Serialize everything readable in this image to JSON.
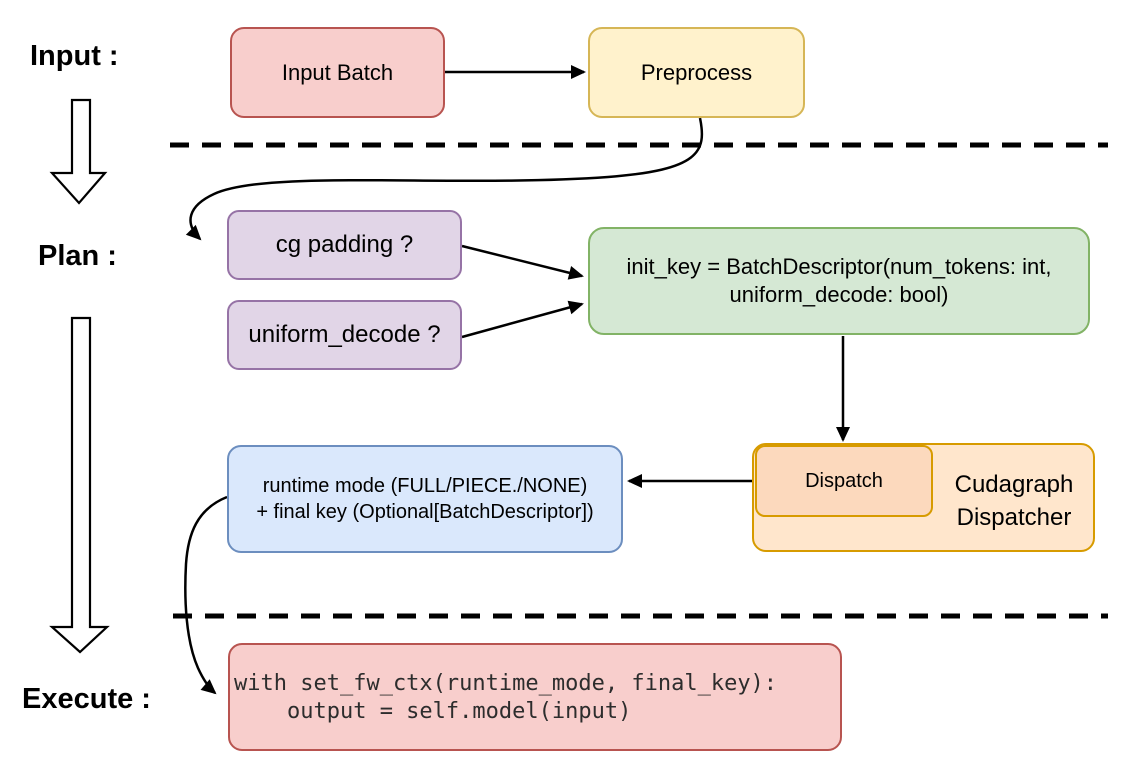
{
  "stage_labels": {
    "input": "Input :",
    "plan": "Plan :",
    "execute": "Execute :"
  },
  "nodes": {
    "input_batch": {
      "label": "Input Batch"
    },
    "preprocess": {
      "label": "Preprocess"
    },
    "cg_padding": {
      "label": "cg padding ?"
    },
    "uniform_decode": {
      "label": "uniform_decode ?"
    },
    "init_key": {
      "line1": "init_key = BatchDescriptor(num_tokens: int,",
      "line2": "uniform_decode: bool)"
    },
    "dispatch": {
      "label": "Dispatch"
    },
    "cudagraph_dispatcher": {
      "line1": "Cudagraph",
      "line2": "Dispatcher"
    },
    "runtime_result": {
      "line1": "runtime mode (FULL/PIECE./NONE)",
      "line2": "+ final key (Optional[BatchDescriptor])"
    },
    "execute_code": {
      "line1": "with set_fw_ctx(runtime_mode, final_key):",
      "line2": "    output = self.model(input)"
    }
  },
  "colors": {
    "red_fill": "#f8cecc",
    "red_stroke": "#b85450",
    "yellow_fill": "#fff2cc",
    "yellow_stroke": "#d6b656",
    "purple_fill": "#e1d5e7",
    "purple_stroke": "#9673a6",
    "green_fill": "#d5e8d4",
    "green_stroke": "#82b366",
    "blue_fill": "#dae8fc",
    "blue_stroke": "#6c8ebf",
    "orange_fill": "#ffe6cc",
    "orange_inner_fill": "#fcd9bd",
    "orange_stroke": "#d79b00",
    "line": "#000000"
  }
}
